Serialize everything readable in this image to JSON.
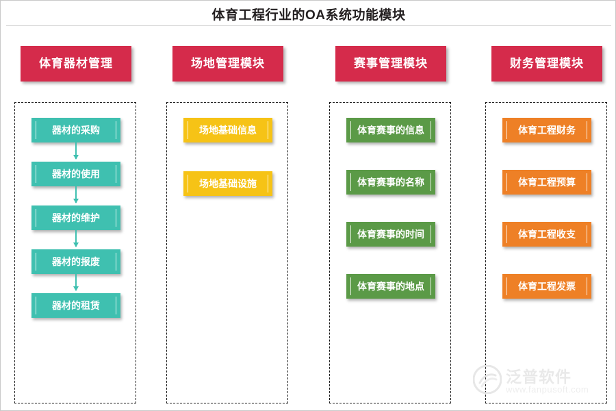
{
  "title": "体育工程行业的OA系统功能模块",
  "columns": [
    {
      "header": "体育器材管理",
      "header_color": "#d52b4b",
      "node_color": "#3fc0b0",
      "connectors": "arrows",
      "nodes": [
        "器材的采购",
        "器材的使用",
        "器材的维护",
        "器材的报废",
        "器材的租赁"
      ]
    },
    {
      "header": "场地管理模块",
      "header_color": "#d52b4b",
      "node_color": "#f6c316",
      "connectors": "none",
      "nodes": [
        "场地基础信息",
        "场地基础设施"
      ]
    },
    {
      "header": "赛事管理模块",
      "header_color": "#d52b4b",
      "node_color": "#5b9a47",
      "connectors": "none",
      "nodes": [
        "体育赛事的信息",
        "体育赛事的名称",
        "体育赛事的时间",
        "体育赛事的地点"
      ]
    },
    {
      "header": "财务管理模块",
      "header_color": "#d52b4b",
      "node_color": "#ee8026",
      "connectors": "none",
      "nodes": [
        "体育工程财务",
        "体育工程预算",
        "体育工程收支",
        "体育工程发票"
      ]
    }
  ],
  "logo": {
    "name": "泛普软件",
    "url": "www.fanpusoft.com"
  }
}
